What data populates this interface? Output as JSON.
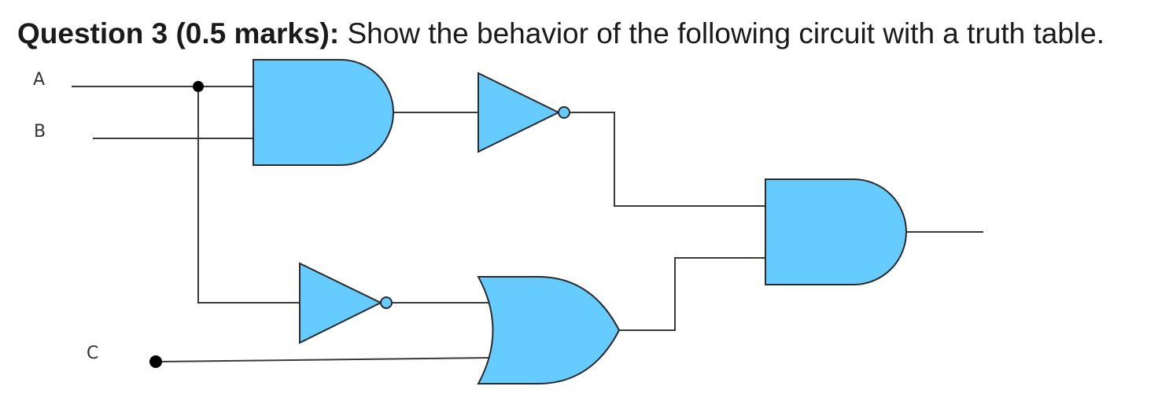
{
  "question": {
    "label": "Question 3 (0.5 marks):",
    "text": " Show the behavior of the following circuit with a truth table."
  },
  "circuit": {
    "inputs": [
      {
        "label": "A"
      },
      {
        "label": "B"
      },
      {
        "label": "C"
      }
    ],
    "gates": [
      {
        "type": "AND",
        "inputs": [
          "A",
          "B"
        ]
      },
      {
        "type": "NOT",
        "input": "AND(A,B)"
      },
      {
        "type": "NOT",
        "input": "A"
      },
      {
        "type": "OR",
        "inputs": [
          "NOT A",
          "C"
        ]
      },
      {
        "type": "AND",
        "inputs": [
          "NOT(AND(A,B))",
          "OR(NOT A, C)"
        ]
      }
    ],
    "colors": {
      "gate_fill": "#66ccff",
      "wire": "#3a3a3a",
      "junction": "#000000"
    }
  }
}
